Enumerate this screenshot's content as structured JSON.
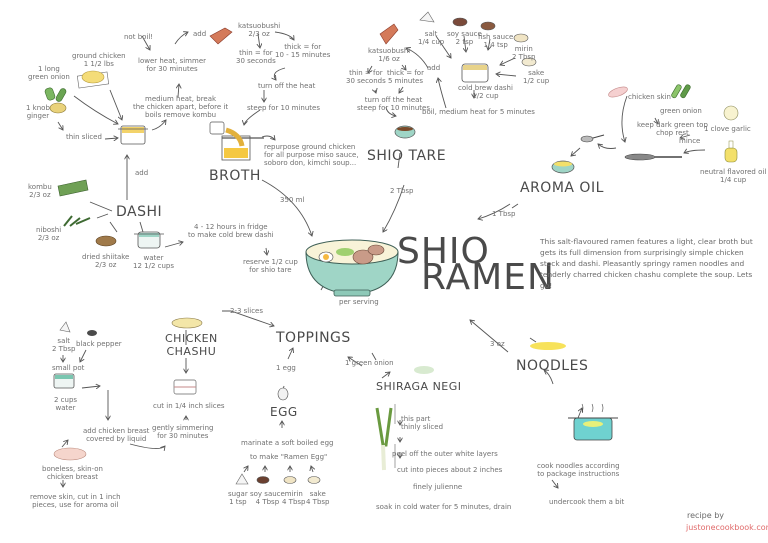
{
  "title": {
    "line1": "SHIO",
    "line2": "RAMEN"
  },
  "description": "This salt-flavoured ramen features a light, clear broth but gets its full dimension from surprisingly simple chicken stock and dashi. Pleasantly springy ramen noodles and tenderly charred chicken chashu complete the soup. Lets go!",
  "per_serving": "per serving",
  "credit": {
    "label": "recipe by",
    "site": "justonecookbook.com"
  },
  "colors": {
    "highlight": "#fff4c8",
    "bowl": "#9fd5c6",
    "credit": "#e06a6a",
    "text": "#6a6a6a"
  },
  "broth": {
    "heading": "BROTH",
    "ingredients": {
      "green_onion": "1 long\ngreen onion",
      "ginger": "1 knob\nginger",
      "ground_chicken": "ground chicken\n1 1/2 lbs",
      "katsuobushi": "katsuobushi\n2/3 oz"
    },
    "steps": {
      "thin_sliced": "thin sliced",
      "medium_heat": "medium heat, break\nthe chicken apart, before it\nboils remove kombu",
      "not_boil": "not boil!",
      "lower_heat": "lower heat, simmer\nfor 30 minutes",
      "add": "add",
      "thin": "thin = for\n30 seconds",
      "thick": "thick = for\n10 - 15 minutes",
      "turn_off": "turn off the heat",
      "steep": "steep for 10 minutes",
      "repurpose": "repurpose ground chicken\nfor all purpose miso sauce,\nsoboro don, kimchi soup...",
      "add_dashi": "add"
    },
    "amount": "350 ml"
  },
  "dashi": {
    "heading": "DASHI",
    "ingredients": {
      "kombu": "kombu\n2/3 oz",
      "niboshi": "niboshi\n2/3 oz",
      "shiitake": "dried shiitake\n2/3 oz",
      "water": "water\n12 1/2 cups"
    },
    "steps": {
      "fridge": "4 - 12 hours in fridge\nto make cold brew dashi",
      "reserve": "reserve 1/2 cup\nfor shio tare"
    }
  },
  "shio_tare": {
    "heading": "SHIO TARE",
    "ingredients": {
      "salt": "salt\n1/4 cup",
      "soy_sauce": "soy sauce\n2 tsp",
      "fish_sauce": "fish sauce\n1/4 tsp",
      "mirin": "mirin\n2 Tbsp",
      "sake": "sake\n1/2 cup",
      "katsuobushi": "katsuobushi\n1/6 oz",
      "cold_brew": "cold brew dashi\n1/2 cup"
    },
    "steps": {
      "boil": "boil, medium heat for 5 minutes",
      "add": "add",
      "thin": "thin = for\n30 seconds",
      "thick": "thick = for\n5 minutes",
      "turn_off": "turn off the heat\nsteep for 10 minutes"
    },
    "amount": "2 Tbsp"
  },
  "aroma_oil": {
    "heading": "AROMA OIL",
    "ingredients": {
      "chicken_skin": "chicken skin",
      "green_onion": "green onion",
      "garlic": "1 clove garlic",
      "oil": "neutral flavored oil\n1/4 cup"
    },
    "steps": {
      "keep_top": "keep dark green top\nchop rest",
      "mince": "mince"
    },
    "amount": "1 Tbsp"
  },
  "toppings": {
    "heading": "TOPPINGS",
    "chashu_amount": "2-3 slices",
    "egg_amount": "1 egg",
    "negi_amount": "1 green onion"
  },
  "chicken_chashu": {
    "heading": "CHICKEN\nCHASHU",
    "ingredients": {
      "salt": "salt\n2 Tbsp",
      "pepper": "black pepper",
      "water": "2 cups\nwater",
      "breast": "boneless, skin-on\nchicken breast"
    },
    "steps": {
      "small_pot": "small pot",
      "add_breast": "add chicken breast\ncovered by liquid",
      "simmer": "gently simmering\nfor 30 minutes",
      "cut": "cut in 1/4 inch slices",
      "remove_skin": "remove skin, cut in 1 inch\npieces, use for aroma oil"
    }
  },
  "egg": {
    "heading": "EGG",
    "steps": {
      "marinate": "marinate a soft boiled egg",
      "make": "to make \"Ramen Egg\""
    },
    "ingredients": {
      "sugar": "sugar\n1 tsp",
      "soy_sauce": "soy sauce\n4 Tbsp",
      "mirin": "mirin\n4 Tbsp",
      "sake": "sake\n4 Tbsp"
    }
  },
  "shiraga_negi": {
    "heading": "SHIRAGA NEGI",
    "steps": {
      "this_part": "this part\nthinly sliced",
      "peel": "peel off the outer white layers",
      "cut": "cut into pieces about 2 inches",
      "julienne": "finely julienne",
      "soak": "soak in cold water for 5 minutes, drain"
    }
  },
  "noodles": {
    "heading": "NOODLES",
    "amount": "3 oz",
    "steps": {
      "cook": "cook noodles according\nto package instructions",
      "undercook": "undercook them a bit"
    }
  }
}
